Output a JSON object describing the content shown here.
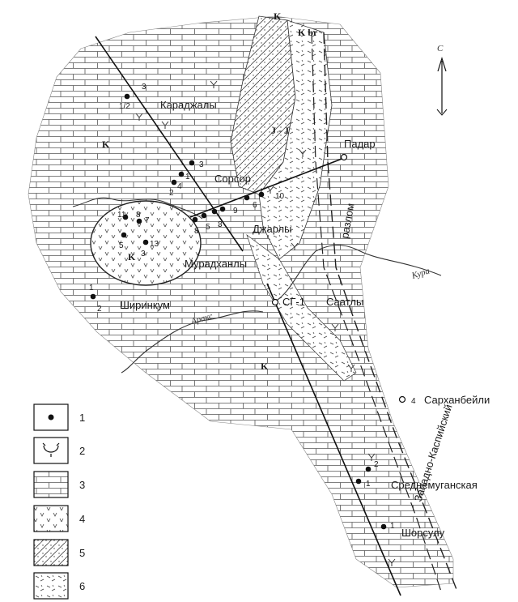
{
  "map": {
    "north_label": "С",
    "ages": {
      "k_top": "K",
      "k_br": "K br",
      "k2_nw": "K",
      "j": "J - J",
      "k_oval": "K",
      "k2_south": "K"
    },
    "places": {
      "karadzhaly": "Караджалы",
      "sorsor": "Сорсор",
      "padar": "Падар",
      "dzharly": "Джарлы",
      "muradhanly": "Мурадханлы",
      "shirinkum": "Ширинкум",
      "sg1": "СГ-1",
      "saatly": "Саатлы",
      "sarhanbeyli": "Сарханбейли",
      "srednemuganskaya": "Среднемуганская",
      "shorsulu": "Шорсулу"
    },
    "rivers": {
      "kura": "Кура",
      "araks": "Аракс"
    },
    "fault": {
      "line1": "разлом",
      "line2": "Западно-Каспийский"
    },
    "wells": {
      "w3a": "3",
      "w12": "1/2",
      "w3b": "3",
      "w1": "1",
      "w4": "4",
      "w2": "2",
      "w10": "10",
      "w6": "6",
      "w9": "9",
      "w3c": "3",
      "w5": "5",
      "w8": "8",
      "w11": "11",
      "w8b": "8",
      "w7": "7",
      "w5b": "5",
      "w13": "13",
      "w3d": "3",
      "w1s": "1",
      "w2s": "2",
      "w4s": "4",
      "w2m": "2",
      "w1m": "1",
      "w1sh": "1"
    }
  },
  "legend": [
    {
      "num": "1",
      "icon": "well-dot"
    },
    {
      "num": "2",
      "icon": "volcanic-symbol"
    },
    {
      "num": "3",
      "icon": "limestone-pattern"
    },
    {
      "num": "4",
      "icon": "volcanic-v-pattern"
    },
    {
      "num": "5",
      "icon": "dotted-hatch-pattern"
    },
    {
      "num": "6",
      "icon": "dash-cross-pattern"
    }
  ]
}
